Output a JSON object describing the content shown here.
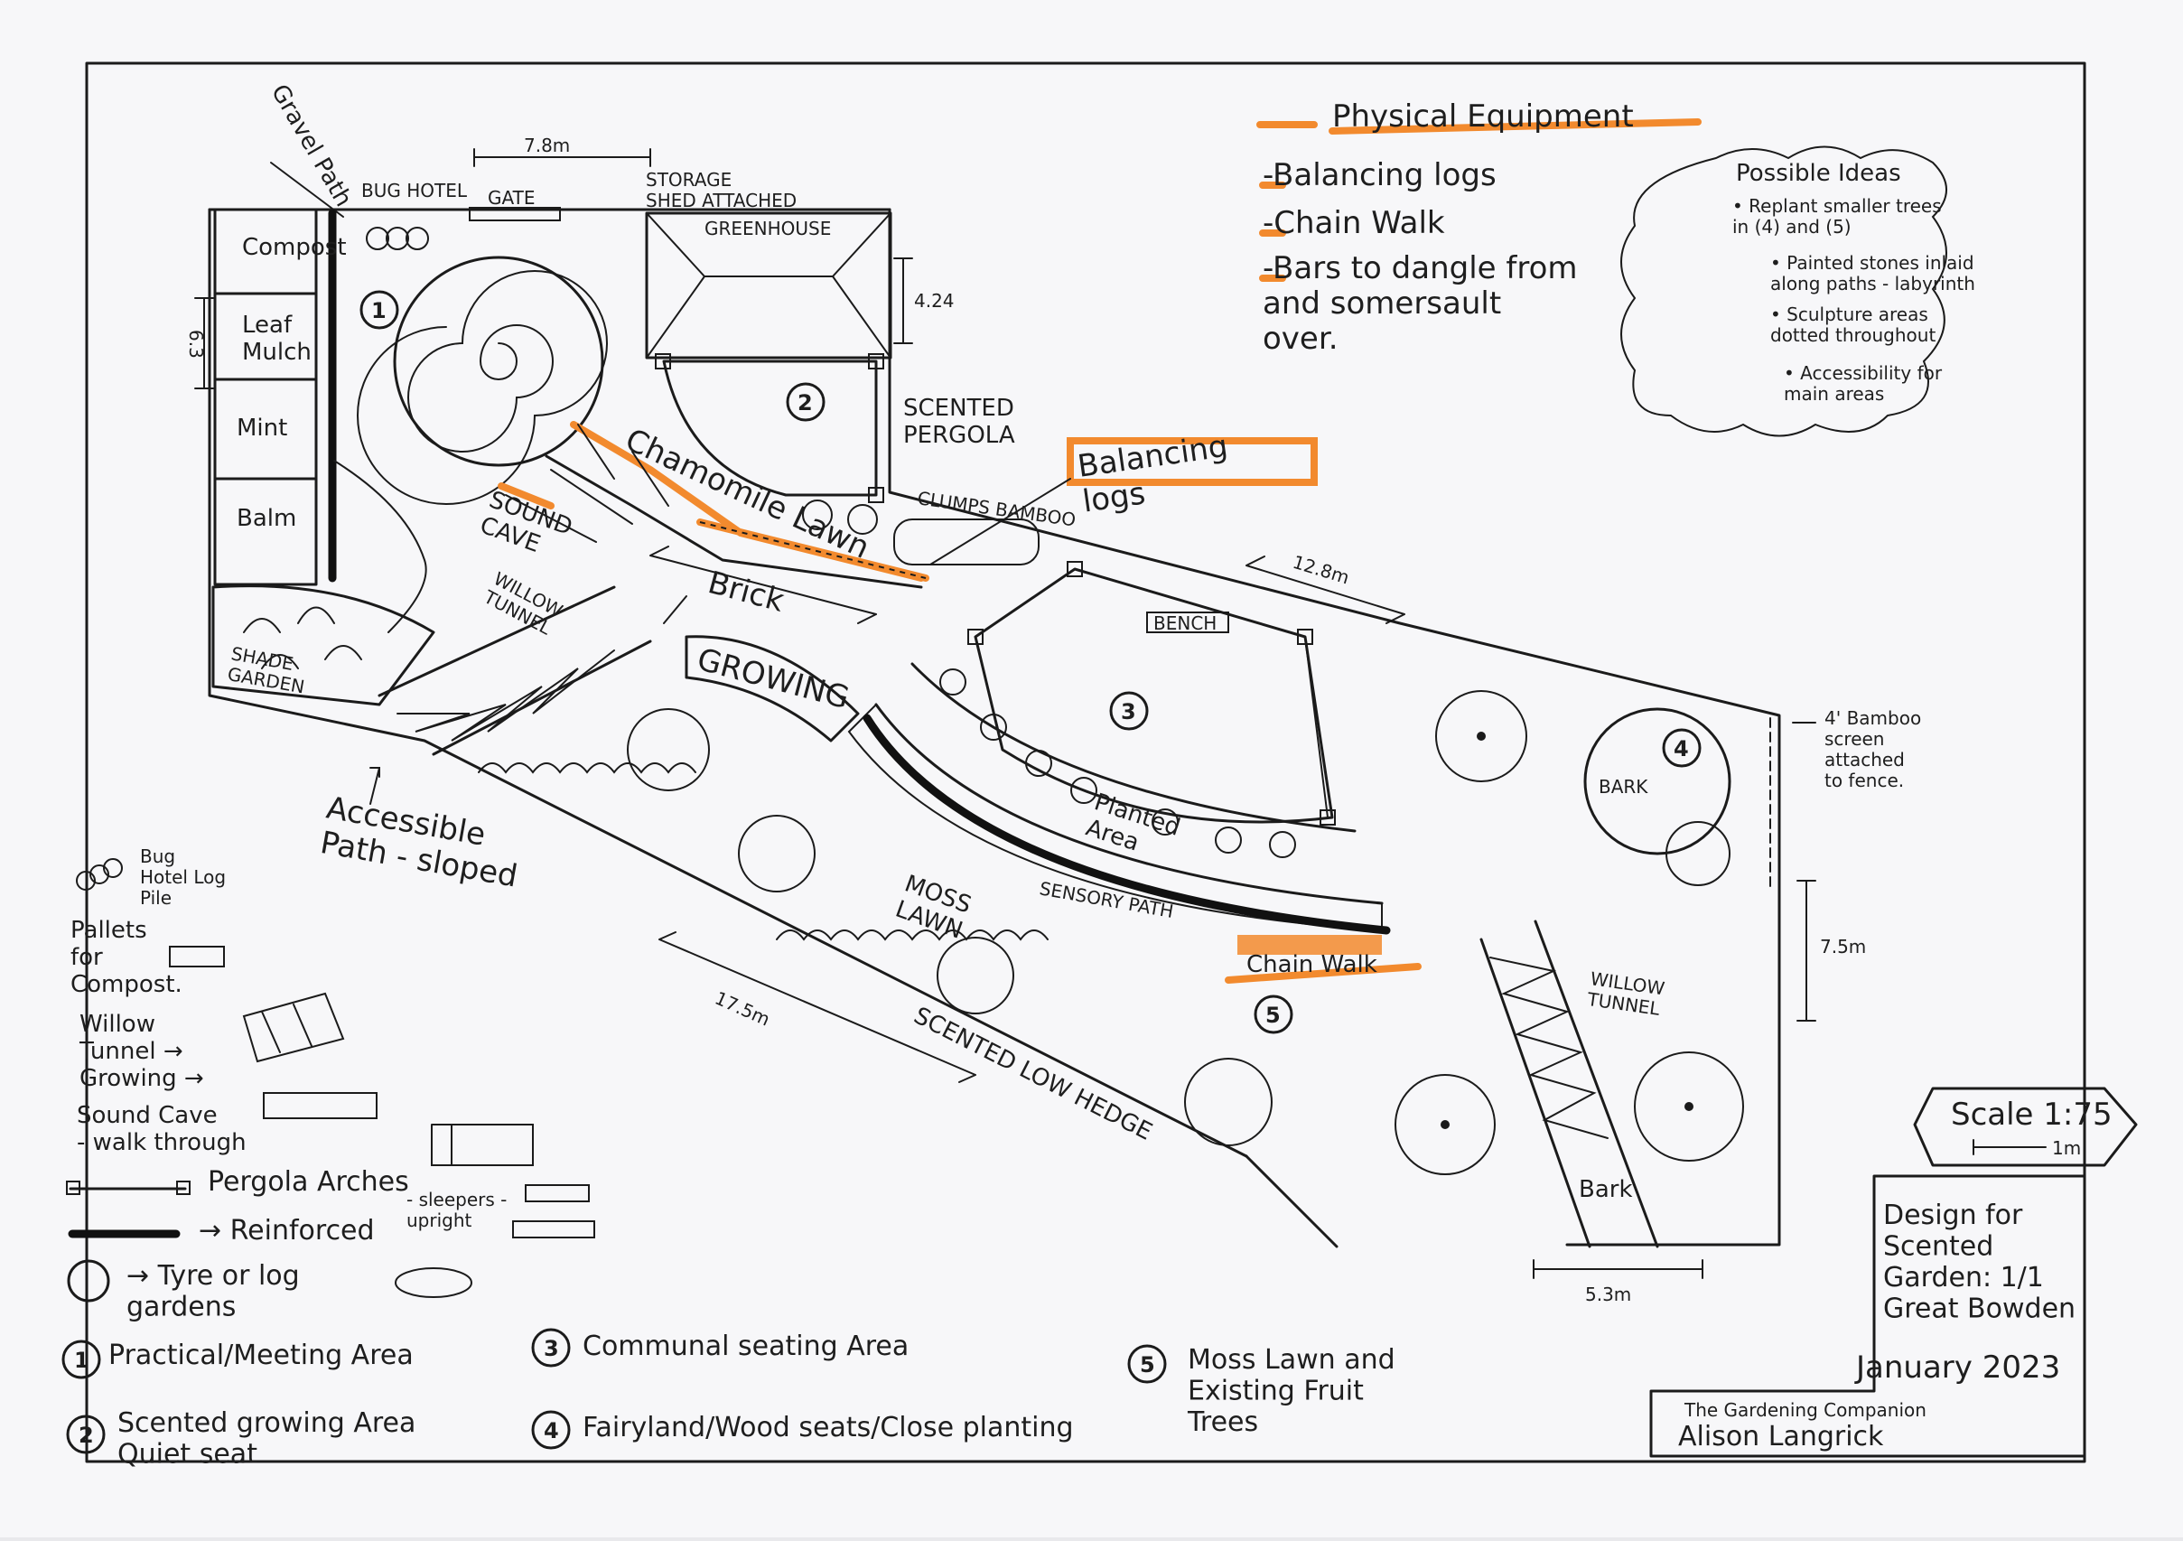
{
  "labels": {
    "gravel_path": "Gravel Path",
    "bug_hotel": "BUG HOTEL",
    "gate": "GATE",
    "dim_top": "7.8m",
    "storage_shed": "STORAGE\nSHED ATTACHED",
    "greenhouse": "GREENHOUSE",
    "dim_greenhouse": "4.24",
    "dim_left": "6.3",
    "compost": "Compost",
    "leaf_mulch": "Leaf\nMulch",
    "mint": "Mint",
    "balm": "Balm",
    "scented_pergola": "SCENTED\nPERGOLA",
    "chamomile_lawn": "Chamomile Lawn",
    "sound_cave": "SOUND\nCAVE",
    "balancing_logs": "Balancing\nlogs",
    "clumps_bamboo": "CLUMPS BAMBOO",
    "brick": "Brick",
    "willow_tunnel_1": "WILLOW\nTUNNEL",
    "shade_garden": "SHADE\nGARDEN",
    "growing": "GROWING",
    "bench": "BENCH",
    "dim_mid": "12.8m",
    "bamboo_screen": "4' Bamboo\nscreen\nattached\nto fence.",
    "bark_area": "BARK",
    "planted_area": "Planted\nArea",
    "sensory_path": "SENSORY PATH",
    "chain_walk": "Chain Walk",
    "moss_lawn": "MOSS\nLAWN",
    "accessible_path": "Accessible\nPath - sloped",
    "dim_bottom": "17.5m",
    "scented_hedge": "SCENTED LOW HEDGE",
    "willow_tunnel_2": "WILLOW\nTUNNEL",
    "bark_path": "Bark",
    "dim_right": "7.5m",
    "dim_base": "5.3m",
    "scale": "Scale 1:75",
    "scale_bar": "1m"
  },
  "zone_numbers": [
    "1",
    "2",
    "3",
    "4",
    "5"
  ],
  "equipment": {
    "title": "Physical Equipment",
    "items": [
      "-Balancing logs",
      "-Chain Walk",
      "-Bars to dangle from\nand somersault\nover."
    ]
  },
  "ideas": {
    "title": "Possible Ideas",
    "items": [
      "• Replant smaller trees\nin (4) and (5)",
      "• Painted stones inlaid\nalong paths - labyrinth",
      "• Sculpture areas\ndotted throughout",
      "• Accessibility for\nmain areas"
    ]
  },
  "legend": {
    "bug_hotel": "Bug\nHotel Log\nPile",
    "pallets": "Pallets\nfor\nCompost.",
    "willow": "Willow\nTunnel →\nGrowing →",
    "sound_cave": "Sound Cave\n- walk through",
    "pergola": "Pergola Arches",
    "reinforced": "→ Reinforced",
    "sleepers": "- sleepers -\nupright",
    "tyre": "→ Tyre or log\ngardens"
  },
  "zones": [
    {
      "n": "1",
      "text": "Practical/Meeting Area"
    },
    {
      "n": "2",
      "text": "Scented growing Area\nQuiet seat"
    },
    {
      "n": "3",
      "text": "Communal seating Area"
    },
    {
      "n": "4",
      "text": "Fairyland/Wood seats/Close planting"
    },
    {
      "n": "5",
      "text": "Moss Lawn and\nExisting Fruit\nTrees"
    }
  ],
  "title_block": {
    "title": "Design for\nScented\nGarden: 1/1\nGreat Bowden",
    "date": "January 2023",
    "company": "The Gardening Companion",
    "designer": "Alison Langrick"
  },
  "colors": {
    "ink": "#1b1b1b",
    "highlight": "#f28a2e",
    "paper": "#f7f7f9"
  }
}
